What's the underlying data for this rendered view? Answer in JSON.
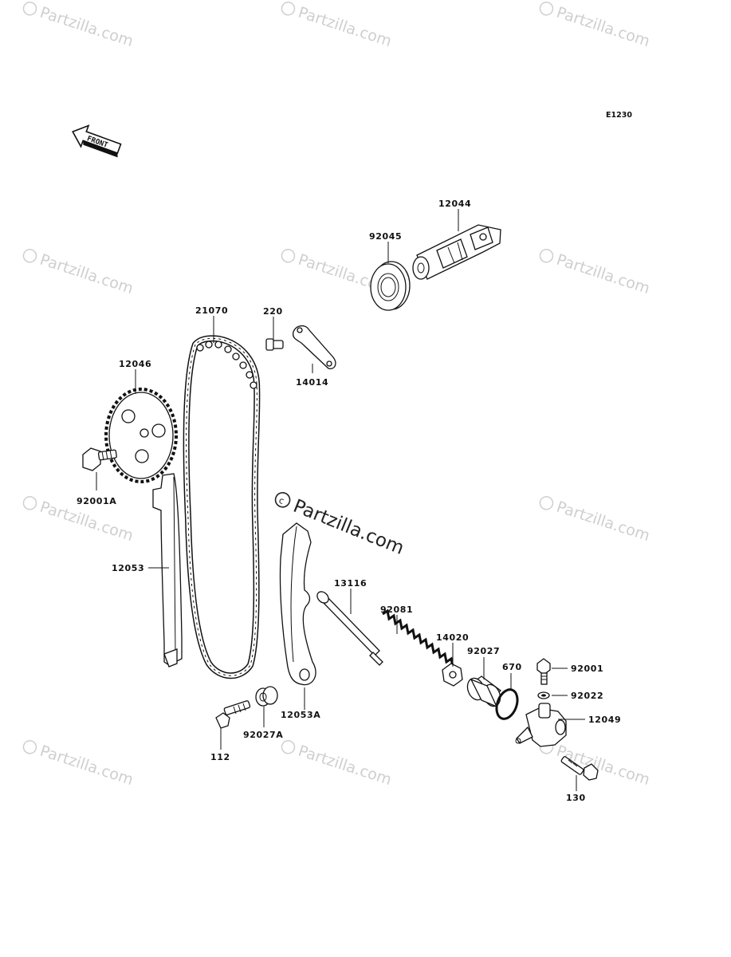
{
  "diagram": {
    "code": "E1230",
    "front_label": "FRONT",
    "watermark": "Partzilla.com",
    "center_watermark": "Partzilla.com"
  },
  "parts": [
    {
      "id": "p12044",
      "label": "12044"
    },
    {
      "id": "p92045",
      "label": "92045"
    },
    {
      "id": "p21070",
      "label": "21070"
    },
    {
      "id": "p220",
      "label": "220"
    },
    {
      "id": "p14014",
      "label": "14014"
    },
    {
      "id": "p12046",
      "label": "12046"
    },
    {
      "id": "p92001A",
      "label": "92001A"
    },
    {
      "id": "p12053",
      "label": "12053"
    },
    {
      "id": "p13116",
      "label": "13116"
    },
    {
      "id": "p92081",
      "label": "92081"
    },
    {
      "id": "p14020",
      "label": "14020"
    },
    {
      "id": "p92027",
      "label": "92027"
    },
    {
      "id": "p670",
      "label": "670"
    },
    {
      "id": "p92001",
      "label": "92001"
    },
    {
      "id": "p92022",
      "label": "92022"
    },
    {
      "id": "p12049",
      "label": "12049"
    },
    {
      "id": "p130",
      "label": "130"
    },
    {
      "id": "p12053A",
      "label": "12053A"
    },
    {
      "id": "p92027A",
      "label": "92027A"
    },
    {
      "id": "p112",
      "label": "112"
    }
  ]
}
